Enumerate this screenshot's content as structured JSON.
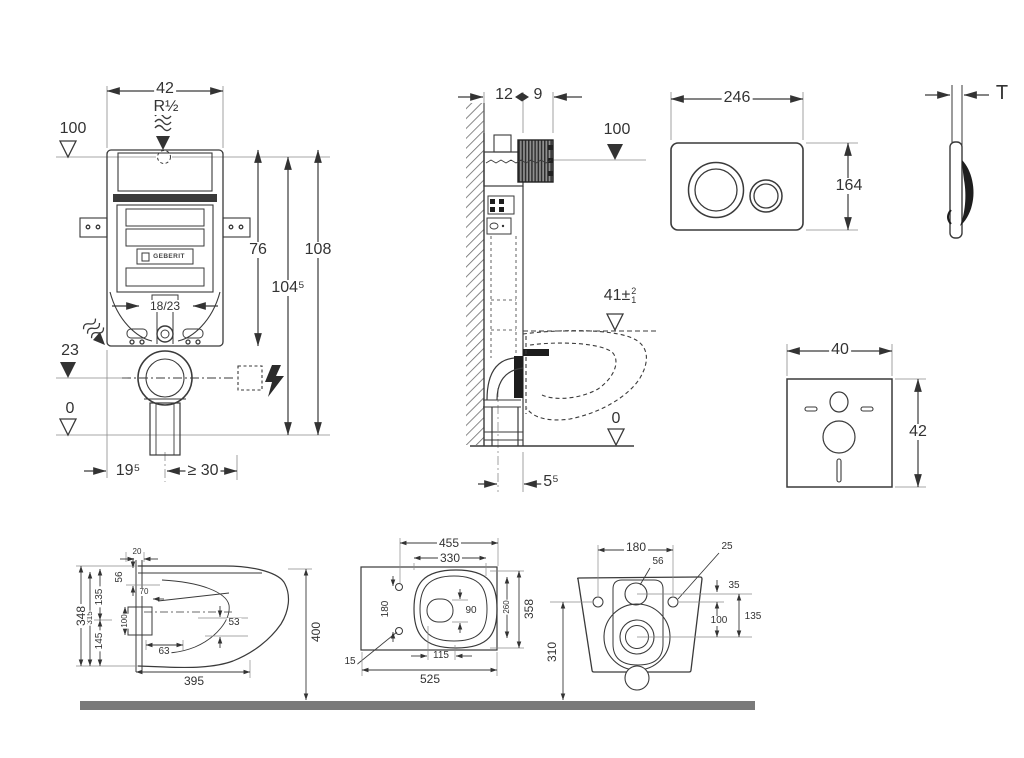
{
  "front": {
    "w42": "42",
    "thread": "R½",
    "lvl100": "100",
    "h76": "76",
    "h108": "108",
    "h1045": "104⁵",
    "bolts": "18/23",
    "out23": "23",
    "zero": "0",
    "off195": "19⁵",
    "min30": "≥ 30",
    "logo": "GEBERIT"
  },
  "side": {
    "d12": "12",
    "d9": "9",
    "lvl100": "100",
    "seat41": "41±",
    "tol_plus": "2",
    "tol_minus": "1",
    "zero": "0",
    "off55": "5⁵"
  },
  "plate": {
    "w": "246",
    "h": "164",
    "t": "T"
  },
  "pad": {
    "w": "40",
    "h": "42"
  },
  "pside": {
    "d20": "20",
    "d56": "56",
    "d135": "135",
    "d145": "145",
    "d315": "315",
    "d348": "348",
    "d70": "70",
    "d100": "100",
    "d63": "63",
    "d53": "53",
    "d395": "395",
    "d400": "400"
  },
  "ptop": {
    "d455": "455",
    "d330": "330",
    "d180": "180",
    "d90": "90",
    "d260": "260",
    "d358": "358",
    "d115": "115",
    "d525": "525",
    "d15": "15"
  },
  "prear": {
    "d180": "180",
    "d56": "56",
    "d25": "25",
    "d35": "35",
    "d100": "100",
    "d135": "135",
    "d310": "310"
  }
}
